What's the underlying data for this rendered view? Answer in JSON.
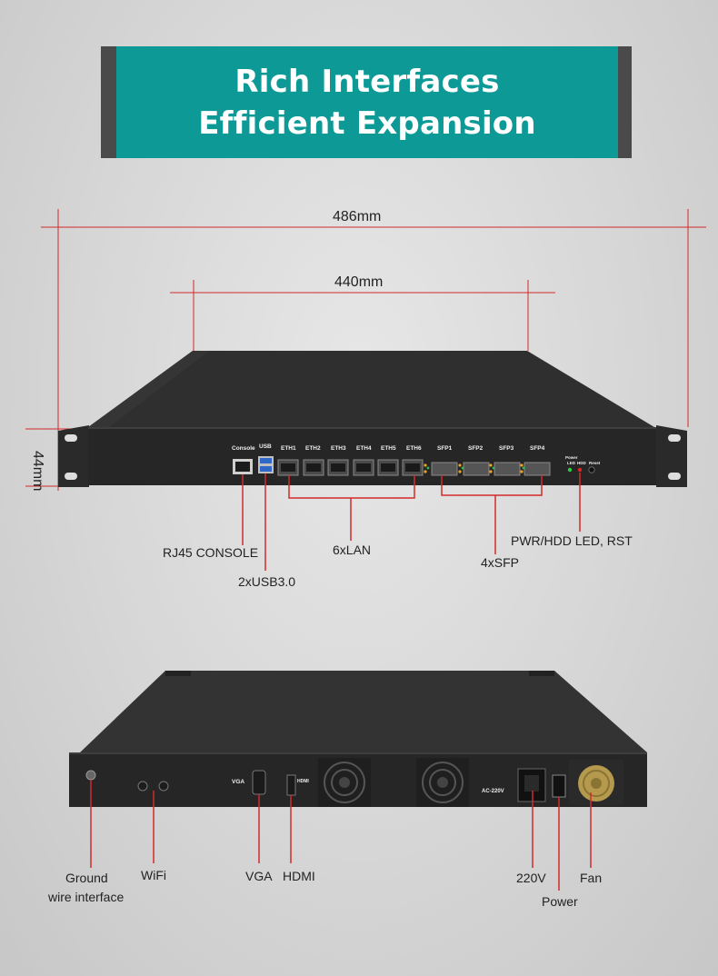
{
  "banner": {
    "line1": "Rich Interfaces",
    "line2": "Efficient Expansion"
  },
  "dimensions": {
    "total_width": "486mm",
    "body_width": "440mm",
    "height": "44mm"
  },
  "front_panel": {
    "port_labels": [
      "Console",
      "USB",
      "ETH1",
      "ETH2",
      "ETH3",
      "ETH4",
      "ETH5",
      "ETH6",
      "SFP1",
      "SFP2",
      "SFP3",
      "SFP4"
    ],
    "led_labels": {
      "power": "Power",
      "led": "LED",
      "hdd": "HDD",
      "reset": "Reset"
    }
  },
  "front_callouts": {
    "console": "RJ45 CONSOLE",
    "usb": "2xUSB3.0",
    "lan": "6xLAN",
    "sfp": "4xSFP",
    "pwr": "PWR/HDD LED, RST"
  },
  "rear_panel": {
    "vga": "VGA",
    "hdmi": "HDMI",
    "ac": "AC-220V"
  },
  "rear_callouts": {
    "ground_line1": "Ground",
    "ground_line2": "wire interface",
    "wifi": "WiFi",
    "vga": "VGA",
    "hdmi": "HDMI",
    "v220": "220V",
    "power": "Power",
    "fan": "Fan"
  },
  "colors": {
    "banner": "#0d9a97",
    "callout_line": "#d42a2a",
    "chassis": "#2b2b2b"
  }
}
